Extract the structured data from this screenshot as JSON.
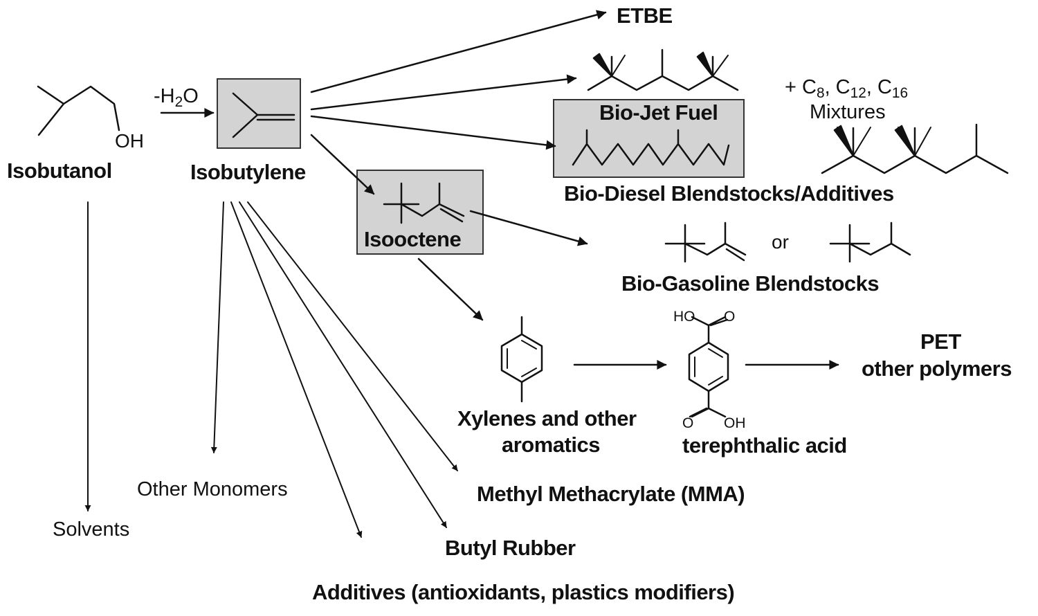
{
  "labels": {
    "isobutanol": "Isobutanol",
    "isobutylene": "Isobutylene",
    "dehydration_prefix": "-H",
    "dehydration_sub": "2",
    "dehydration_suffix": "O",
    "etbe": "ETBE",
    "bio_jet_fuel": "Bio-Jet Fuel",
    "mixtures_prefix": "+ C",
    "mixtures_sub1": "8",
    "mixtures_mid1": ",  C",
    "mixtures_sub2": "12",
    "mixtures_mid2": ", C",
    "mixtures_sub3": "16",
    "mixtures_word": "Mixtures",
    "bio_diesel": "Bio-Diesel Blendstocks/Additives",
    "isooctene": "Isooctene",
    "or": "or",
    "bio_gasoline": "Bio-Gasoline Blendstocks",
    "xylenes_line1": "Xylenes and other",
    "xylenes_line2": "aromatics",
    "terephthalic": "terephthalic acid",
    "pet": "PET",
    "other_polymers": "other polymers",
    "mma": "Methyl Methacrylate (MMA)",
    "butyl_rubber": "Butyl Rubber",
    "additives": "Additives (antioxidants, plastics modifiers)",
    "other_monomers": "Other Monomers",
    "solvents": "Solvents"
  },
  "atoms": {
    "oh": "OH",
    "ho_top": "HO",
    "o_top": "O",
    "o_bottom": "O",
    "oh_bottom": "OH"
  },
  "colors": {
    "box_fill": "#d3d3d3",
    "line": "#111111"
  }
}
